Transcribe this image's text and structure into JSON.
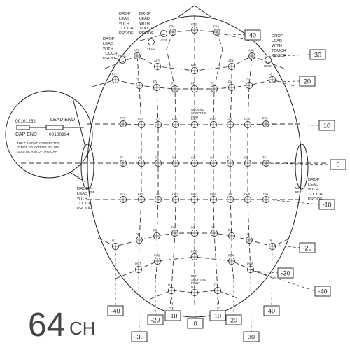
{
  "title": {
    "number": "64",
    "unit": "CH"
  },
  "tick_labels": {
    "right": [
      "40",
      "30",
      "20",
      "10",
      "0",
      "-10",
      "-20",
      "-30",
      "-40"
    ],
    "bottom": [
      "-40",
      "-30",
      "-20",
      "-10",
      "0",
      "10",
      "20",
      "30",
      "40"
    ]
  },
  "annotations": {
    "drop_lead": [
      "DROP",
      "LEAD",
      "WITH",
      "TOUCH",
      "PROOF"
    ],
    "ground_point": [
      "GROUND",
      "SHORTING",
      "POINT"
    ],
    "ref_point": [
      "REF",
      "SHORTING",
      "POINT"
    ]
  },
  "inset": {
    "cap_end_part": "00101252",
    "cap_end_label": "CAP END",
    "lead_end_label": "LEAD END",
    "lead_end_part": "00100994",
    "note_lines": [
      "THE CAP END CONNECTOR",
      "IS NOT TO EXTEND BELOW",
      "ELASTIC RIM OF THE CAP."
    ]
  },
  "electrodes": [
    {
      "label": "FP1"
    },
    {
      "label": "FPZ"
    },
    {
      "label": "FP2"
    },
    {
      "label": "AF7"
    },
    {
      "label": "AF3"
    },
    {
      "label": "GND"
    },
    {
      "label": "AF4"
    },
    {
      "label": "AF8"
    },
    {
      "label": "F7"
    },
    {
      "label": "F5"
    },
    {
      "label": "F3"
    },
    {
      "label": "F1"
    },
    {
      "label": "FZ"
    },
    {
      "label": "F2"
    },
    {
      "label": "F4"
    },
    {
      "label": "F6"
    },
    {
      "label": "F8"
    },
    {
      "label": "FT7"
    },
    {
      "label": "FC5"
    },
    {
      "label": "FC3"
    },
    {
      "label": "FC1"
    },
    {
      "label": "FCZ"
    },
    {
      "label": "FC2"
    },
    {
      "label": "FC4"
    },
    {
      "label": "FC6"
    },
    {
      "label": "FT8"
    },
    {
      "label": "T7"
    },
    {
      "label": "C5"
    },
    {
      "label": "C3"
    },
    {
      "label": "C1"
    },
    {
      "label": "CZ"
    },
    {
      "label": "C2"
    },
    {
      "label": "C4"
    },
    {
      "label": "C6"
    },
    {
      "label": "T8"
    },
    {
      "label": "TP7"
    },
    {
      "label": "CP5"
    },
    {
      "label": "CP3"
    },
    {
      "label": "CP1"
    },
    {
      "label": "CPZ"
    },
    {
      "label": "CP2"
    },
    {
      "label": "CP4"
    },
    {
      "label": "CP6"
    },
    {
      "label": "TP8"
    },
    {
      "label": "P7"
    },
    {
      "label": "P5"
    },
    {
      "label": "P3"
    },
    {
      "label": "P1"
    },
    {
      "label": "PZ"
    },
    {
      "label": "P2"
    },
    {
      "label": "P4"
    },
    {
      "label": "P6"
    },
    {
      "label": "P8"
    },
    {
      "label": "PO7"
    },
    {
      "label": "PO3"
    },
    {
      "label": "POZ"
    },
    {
      "label": "PO4"
    },
    {
      "label": "PO8"
    },
    {
      "label": "O1"
    },
    {
      "label": "OZ"
    },
    {
      "label": "O2"
    }
  ],
  "reference_labels": [
    {
      "label": "HEOL"
    },
    {
      "label": "HEOR"
    },
    {
      "label": "VEOU"
    },
    {
      "label": "VEOL"
    },
    {
      "label": "M1"
    },
    {
      "label": "REF"
    },
    {
      "label": "M2"
    },
    {
      "label": "REF"
    }
  ]
}
